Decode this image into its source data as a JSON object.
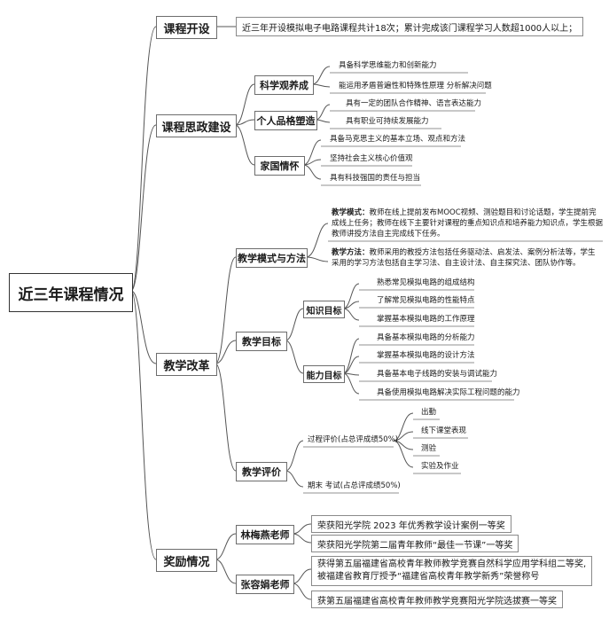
{
  "root": "近三年课程情况",
  "branches": {
    "kaishe": {
      "label": "课程开设",
      "detail": "近三年开设模拟电子电路课程共计18次；累计完成该门课程学习人数超1000人以上；"
    },
    "sizheng": {
      "label": "课程思政建设",
      "kexue": {
        "label": "科学观养成",
        "items": [
          "具备科学思维能力和创新能力",
          "能运用矛盾普遍性和特殊性原理 分析解决问题"
        ]
      },
      "renge": {
        "label": "个人品格塑造",
        "items": [
          "具有一定的团队合作精神、语言表达能力",
          "具有职业可持续发展能力"
        ]
      },
      "jiaguo": {
        "label": "家国情怀",
        "items": [
          "具备马克思主义的基本立场、观点和方法",
          "坚持社会主义核心价值观",
          "具有科技强国的责任与担当"
        ]
      }
    },
    "gaige": {
      "label": "教学改革",
      "moshi": {
        "label": "教学模式与方法",
        "mode_title": "教学模式：",
        "mode_text": "教师在线上提前发布MOOC视频、测验题目和讨论话题，学生提前完成线上任务；教师在线下主要针对课程的重点知识点和培养能力知识点，学生根据教师讲授方法自主完成线下任务。",
        "method_title": "教学方法：",
        "method_text": "教师采用的教授方法包括任务驱动法、启发法、案例分析法等，学生采用的学习方法包括自主学习法、自主设计法、自主探究法、团队协作等。"
      },
      "mubiao": {
        "label": "教学目标",
        "zhishi": {
          "label": "知识目标",
          "items": [
            "熟悉常见模拟电路的组成结构",
            "了解常见模拟电路的性能特点",
            "掌握基本模拟电路的工作原理"
          ]
        },
        "nengli": {
          "label": "能力目标",
          "items": [
            "具备基本模拟电路的分析能力",
            "掌握基本模拟电路的设计方法",
            "具备基本电子线路的安装与调试能力",
            "具备使用模拟电路解决实际工程问题的能力"
          ]
        }
      },
      "pingjia": {
        "label": "教学评价",
        "process": {
          "label": "过程评价(占总评成绩50%)",
          "items": [
            "出勤",
            "线下课堂表现",
            "测验",
            "实验及作业"
          ]
        },
        "final": "期末 考试(占总评成绩50%)"
      }
    },
    "jiangli": {
      "label": "奖励情况",
      "lin": {
        "label": "林梅燕老师",
        "items": [
          "荣获阳光学院 2023 年优秀教学设计案例一等奖",
          "荣获阳光学院第二届青年教师“最佳一节课”一等奖"
        ]
      },
      "zhang": {
        "label": "张容娟老师",
        "item1_line1": "获得第五届福建省高校青年教师教学竞赛自然科学应用学科组二等奖,",
        "item1_line2": "被福建省教育厅授予“福建省高校青年教学新秀”荣誉称号",
        "item2": "获第五届福建省高校青年教师教学竞赛阳光学院选拔赛一等奖"
      }
    }
  }
}
